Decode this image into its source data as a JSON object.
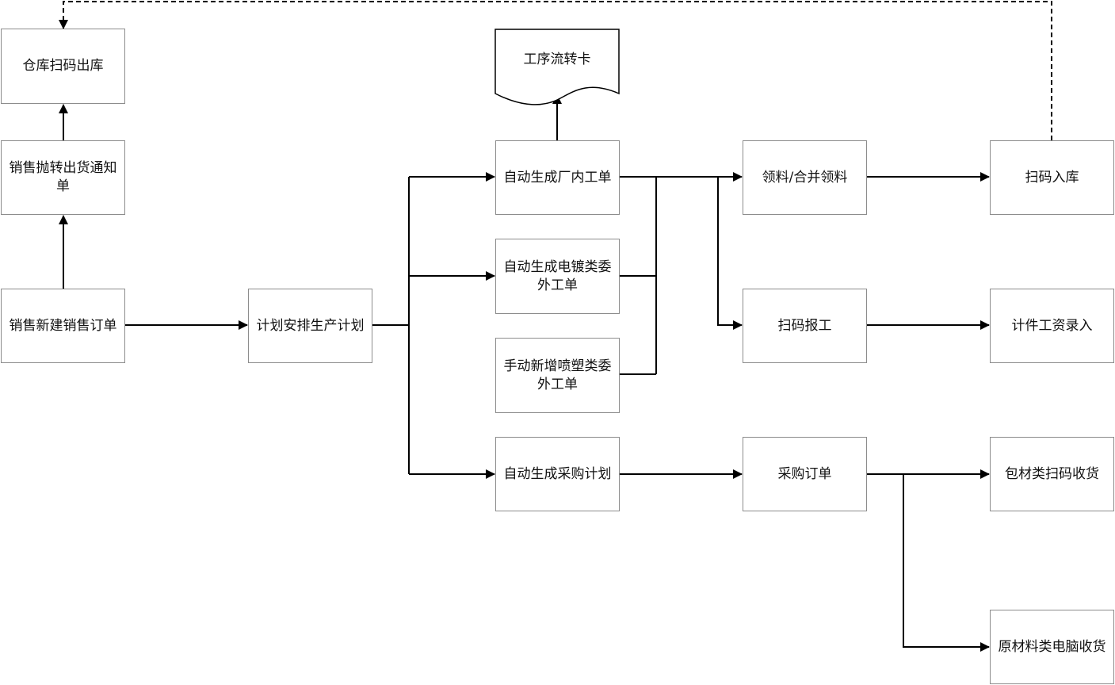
{
  "nodes": {
    "warehouse_out": "仓库扫码出库",
    "sales_notice": "销售抛转出货通知单",
    "sales_order": "销售新建销售订单",
    "plan": "计划安排生产计划",
    "process_card": "工序流转卡",
    "auto_in_factory": "自动生成厂内工单",
    "auto_plating": "自动生成电镀类委外工单",
    "manual_spray": "手动新增喷塑类委外工单",
    "auto_purchase_plan": "自动生成采购计划",
    "material_pick": "领料/合并领料",
    "scan_report": "扫码报工",
    "purchase_order": "采购订单",
    "scan_in": "扫码入库",
    "piece_wage": "计件工资录入",
    "packaging_receive": "包材类扫码收货",
    "raw_receive": "原材料类电脑收货"
  }
}
